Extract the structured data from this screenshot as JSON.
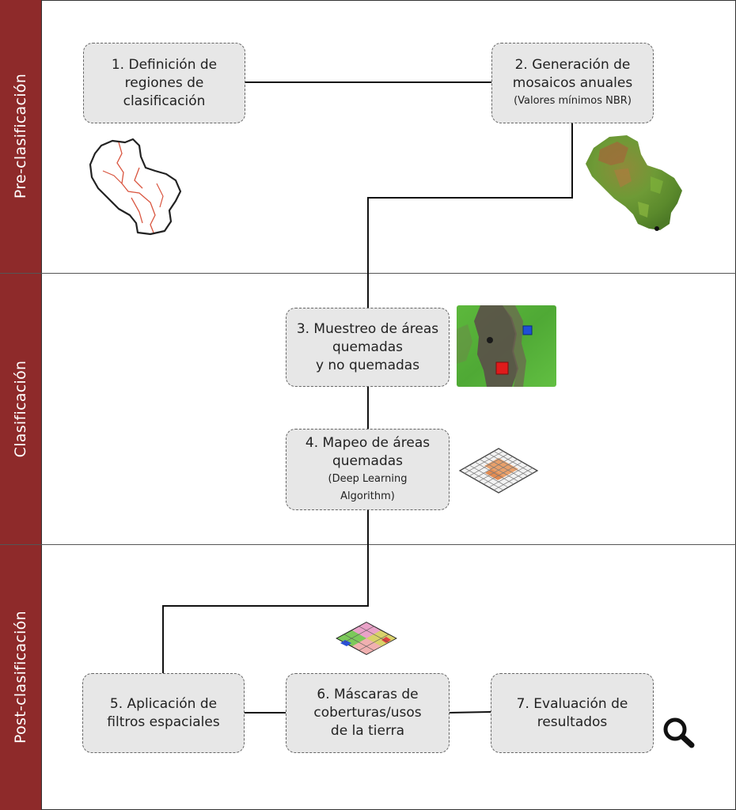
{
  "stages": [
    {
      "label": "Pre-clasificación"
    },
    {
      "label": "Clasificación"
    },
    {
      "label": "Post-clasificación"
    }
  ],
  "steps": {
    "s1": {
      "lines": [
        "1. Definición de",
        "regiones de",
        "clasificación"
      ]
    },
    "s2": {
      "lines": [
        "2. Generación de",
        "mosaicos anuales"
      ],
      "note": "(Valores mínimos NBR)"
    },
    "s3": {
      "lines": [
        "3. Muestreo de áreas",
        "quemadas",
        "y no quemadas"
      ]
    },
    "s4": {
      "lines": [
        "4. Mapeo de áreas",
        "quemadas"
      ],
      "note1": "(Deep Learning",
      "note2": "Algorithm)"
    },
    "s5": {
      "lines": [
        "5. Aplicación de",
        "filtros espaciales"
      ]
    },
    "s6": {
      "lines": [
        "6. Máscaras de",
        "coberturas/usos",
        "de la tierra"
      ]
    },
    "s7": {
      "lines": [
        "7. Evaluación de",
        "resultados"
      ]
    }
  },
  "icons": [
    "paraguay-regions-map-icon",
    "paraguay-mosaic-map-icon",
    "satellite-sample-image-icon",
    "classification-grid-icon",
    "land-use-mask-grid-icon",
    "magnifier-icon"
  ],
  "colors": {
    "stage_band": "#8e2a2a",
    "box_fill": "#e7e7e7",
    "burned_sample": "#e01b1b",
    "unburned_sample": "#1f4fd6"
  }
}
